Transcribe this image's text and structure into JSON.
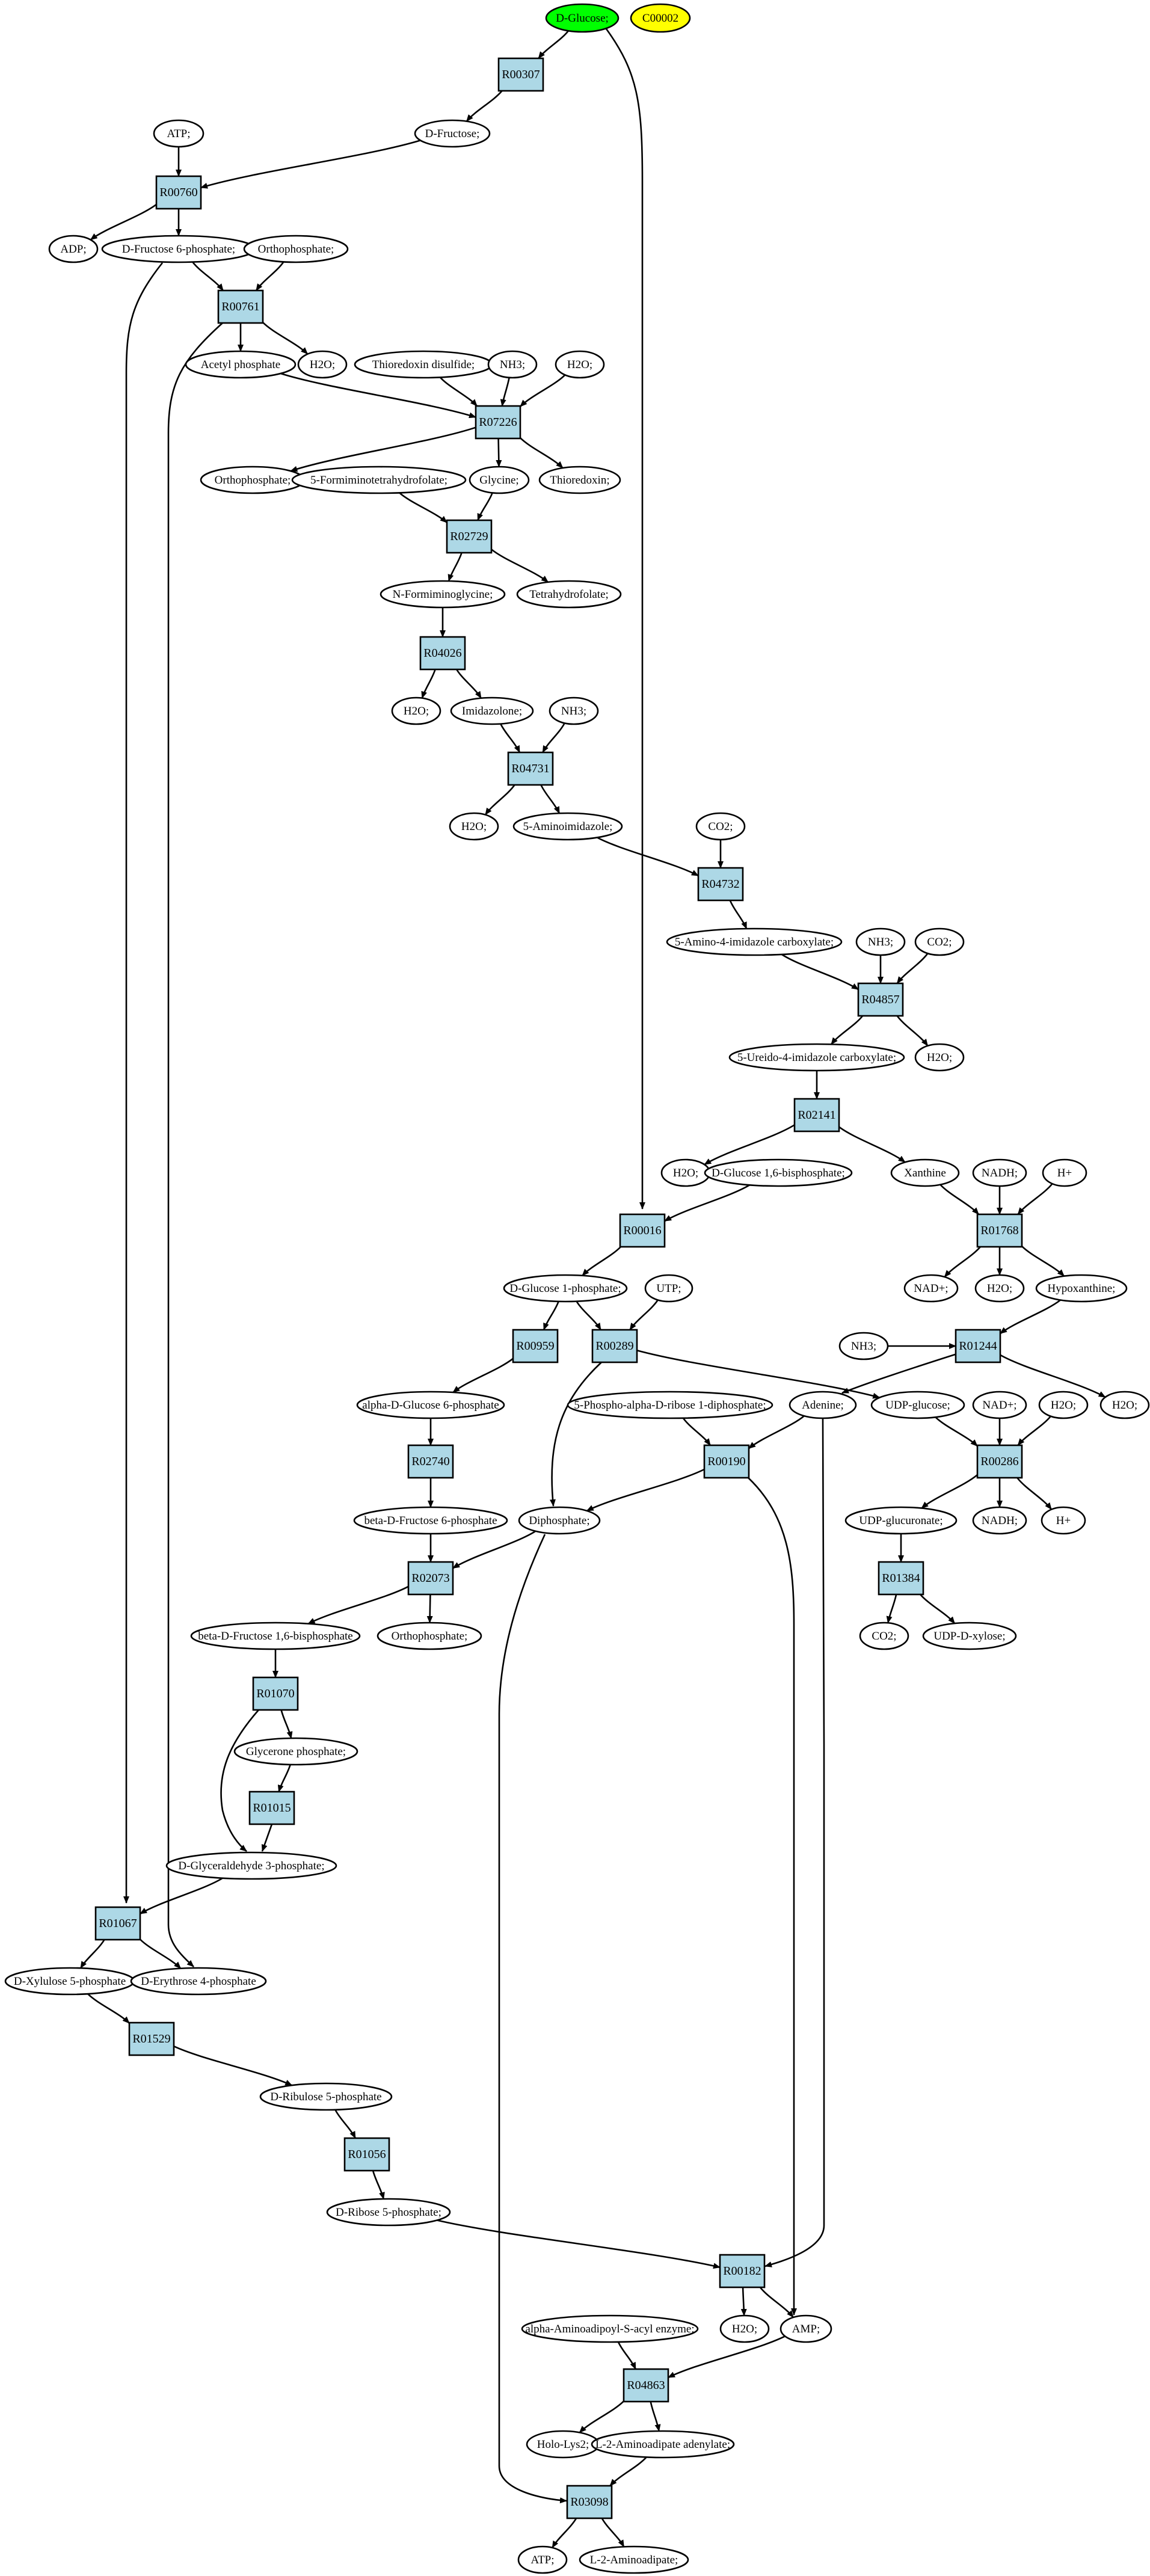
{
  "diagram": {
    "nodes": [
      {
        "id": "glucose",
        "label": "D-Glucose;",
        "shape": "ellipse",
        "fill": "#00ff00",
        "interactive": true
      },
      {
        "id": "c00002",
        "label": "C00002",
        "shape": "ellipse",
        "fill": "#ffff00",
        "interactive": true
      },
      {
        "id": "r00307",
        "label": "R00307",
        "shape": "box",
        "fill": "#add8e6",
        "interactive": true
      },
      {
        "id": "atp1",
        "label": "ATP;",
        "shape": "ellipse",
        "fill": "#ffffff"
      },
      {
        "id": "fructose",
        "label": "D-Fructose;",
        "shape": "ellipse",
        "fill": "#ffffff"
      },
      {
        "id": "r00760",
        "label": "R00760",
        "shape": "box",
        "fill": "#add8e6",
        "interactive": true
      },
      {
        "id": "adp",
        "label": "ADP;",
        "shape": "ellipse",
        "fill": "#ffffff"
      },
      {
        "id": "f6p",
        "label": "D-Fructose 6-phosphate;",
        "shape": "ellipse",
        "fill": "#ffffff"
      },
      {
        "id": "ortho1",
        "label": "Orthophosphate;",
        "shape": "ellipse",
        "fill": "#ffffff"
      },
      {
        "id": "r00761",
        "label": "R00761",
        "shape": "box",
        "fill": "#add8e6",
        "interactive": true
      },
      {
        "id": "acetylp",
        "label": "Acetyl phosphate",
        "shape": "ellipse",
        "fill": "#ffffff"
      },
      {
        "id": "h2o_761",
        "label": "H2O;",
        "shape": "ellipse",
        "fill": "#ffffff"
      },
      {
        "id": "thiodis",
        "label": "Thioredoxin disulfide;",
        "shape": "ellipse",
        "fill": "#ffffff"
      },
      {
        "id": "nh3_a",
        "label": "NH3;",
        "shape": "ellipse",
        "fill": "#ffffff"
      },
      {
        "id": "h2o_a",
        "label": "H2O;",
        "shape": "ellipse",
        "fill": "#ffffff"
      },
      {
        "id": "r07226",
        "label": "R07226",
        "shape": "box",
        "fill": "#add8e6",
        "interactive": true
      },
      {
        "id": "ortho2",
        "label": "Orthophosphate;",
        "shape": "ellipse",
        "fill": "#ffffff"
      },
      {
        "id": "fthf",
        "label": "5-Formiminotetrahydrofolate;",
        "shape": "ellipse",
        "fill": "#ffffff"
      },
      {
        "id": "glycine",
        "label": "Glycine;",
        "shape": "ellipse",
        "fill": "#ffffff"
      },
      {
        "id": "thioredoxin",
        "label": "Thioredoxin;",
        "shape": "ellipse",
        "fill": "#ffffff"
      },
      {
        "id": "r02729",
        "label": "R02729",
        "shape": "box",
        "fill": "#add8e6",
        "interactive": true
      },
      {
        "id": "nfg",
        "label": "N-Formiminoglycine;",
        "shape": "ellipse",
        "fill": "#ffffff"
      },
      {
        "id": "thf",
        "label": "Tetrahydrofolate;",
        "shape": "ellipse",
        "fill": "#ffffff"
      },
      {
        "id": "r04026",
        "label": "R04026",
        "shape": "box",
        "fill": "#add8e6",
        "interactive": true
      },
      {
        "id": "h2o_026",
        "label": "H2O;",
        "shape": "ellipse",
        "fill": "#ffffff"
      },
      {
        "id": "imidazolone",
        "label": "Imidazolone;",
        "shape": "ellipse",
        "fill": "#ffffff"
      },
      {
        "id": "nh3_b",
        "label": "NH3;",
        "shape": "ellipse",
        "fill": "#ffffff"
      },
      {
        "id": "r04731",
        "label": "R04731",
        "shape": "box",
        "fill": "#add8e6",
        "interactive": true
      },
      {
        "id": "h2o_731",
        "label": "H2O;",
        "shape": "ellipse",
        "fill": "#ffffff"
      },
      {
        "id": "aminoimid",
        "label": "5-Aminoimidazole;",
        "shape": "ellipse",
        "fill": "#ffffff"
      },
      {
        "id": "co2_a",
        "label": "CO2;",
        "shape": "ellipse",
        "fill": "#ffffff"
      },
      {
        "id": "r04732",
        "label": "R04732",
        "shape": "box",
        "fill": "#add8e6",
        "interactive": true
      },
      {
        "id": "aic",
        "label": "5-Amino-4-imidazole carboxylate;",
        "shape": "ellipse",
        "fill": "#ffffff"
      },
      {
        "id": "nh3_c",
        "label": "NH3;",
        "shape": "ellipse",
        "fill": "#ffffff"
      },
      {
        "id": "co2_b",
        "label": "CO2;",
        "shape": "ellipse",
        "fill": "#ffffff"
      },
      {
        "id": "r04857",
        "label": "R04857",
        "shape": "box",
        "fill": "#add8e6",
        "interactive": true
      },
      {
        "id": "uic",
        "label": "5-Ureido-4-imidazole carboxylate;",
        "shape": "ellipse",
        "fill": "#ffffff"
      },
      {
        "id": "h2o_857",
        "label": "H2O;",
        "shape": "ellipse",
        "fill": "#ffffff"
      },
      {
        "id": "r02141",
        "label": "R02141",
        "shape": "box",
        "fill": "#add8e6",
        "interactive": true
      },
      {
        "id": "h2o_141",
        "label": "H2O;",
        "shape": "ellipse",
        "fill": "#ffffff"
      },
      {
        "id": "g16bp",
        "label": "D-Glucose 1,6-bisphosphate;",
        "shape": "ellipse",
        "fill": "#ffffff"
      },
      {
        "id": "xanthine",
        "label": "Xanthine",
        "shape": "ellipse",
        "fill": "#ffffff"
      },
      {
        "id": "nadh_a",
        "label": "NADH;",
        "shape": "ellipse",
        "fill": "#ffffff"
      },
      {
        "id": "hplus_a",
        "label": "H+",
        "shape": "ellipse",
        "fill": "#ffffff"
      },
      {
        "id": "r00016",
        "label": "R00016",
        "shape": "box",
        "fill": "#add8e6",
        "interactive": true
      },
      {
        "id": "r01768",
        "label": "R01768",
        "shape": "box",
        "fill": "#add8e6",
        "interactive": true
      },
      {
        "id": "g1p",
        "label": "D-Glucose 1-phosphate;",
        "shape": "ellipse",
        "fill": "#ffffff"
      },
      {
        "id": "utp",
        "label": "UTP;",
        "shape": "ellipse",
        "fill": "#ffffff"
      },
      {
        "id": "nadp_a",
        "label": "NAD+;",
        "shape": "ellipse",
        "fill": "#ffffff"
      },
      {
        "id": "h2o_768",
        "label": "H2O;",
        "shape": "ellipse",
        "fill": "#ffffff"
      },
      {
        "id": "hypoxanthine",
        "label": "Hypoxanthine;",
        "shape": "ellipse",
        "fill": "#ffffff"
      },
      {
        "id": "nh3_d",
        "label": "NH3;",
        "shape": "ellipse",
        "fill": "#ffffff"
      },
      {
        "id": "r00959",
        "label": "R00959",
        "shape": "box",
        "fill": "#add8e6",
        "interactive": true
      },
      {
        "id": "r00289",
        "label": "R00289",
        "shape": "box",
        "fill": "#add8e6",
        "interactive": true
      },
      {
        "id": "r01244",
        "label": "R01244",
        "shape": "box",
        "fill": "#add8e6",
        "interactive": true
      },
      {
        "id": "ag6p",
        "label": "alpha-D-Glucose 6-phosphate",
        "shape": "ellipse",
        "fill": "#ffffff"
      },
      {
        "id": "prpp",
        "label": "5-Phospho-alpha-D-ribose 1-diphosphate;",
        "shape": "ellipse",
        "fill": "#ffffff"
      },
      {
        "id": "adenine",
        "label": "Adenine;",
        "shape": "ellipse",
        "fill": "#ffffff"
      },
      {
        "id": "udpglc",
        "label": "UDP-glucose;",
        "shape": "ellipse",
        "fill": "#ffffff"
      },
      {
        "id": "nadp_b",
        "label": "NAD+;",
        "shape": "ellipse",
        "fill": "#ffffff"
      },
      {
        "id": "h2o_b",
        "label": "H2O;",
        "shape": "ellipse",
        "fill": "#ffffff"
      },
      {
        "id": "h2o_244",
        "label": "H2O;",
        "shape": "ellipse",
        "fill": "#ffffff"
      },
      {
        "id": "r02740",
        "label": "R02740",
        "shape": "box",
        "fill": "#add8e6",
        "interactive": true
      },
      {
        "id": "r00190",
        "label": "R00190",
        "shape": "box",
        "fill": "#add8e6",
        "interactive": true
      },
      {
        "id": "r00286",
        "label": "R00286",
        "shape": "box",
        "fill": "#add8e6",
        "interactive": true
      },
      {
        "id": "bf6p",
        "label": "beta-D-Fructose 6-phosphate",
        "shape": "ellipse",
        "fill": "#ffffff"
      },
      {
        "id": "diphosphate",
        "label": "Diphosphate;",
        "shape": "ellipse",
        "fill": "#ffffff"
      },
      {
        "id": "udpglcu",
        "label": "UDP-glucuronate;",
        "shape": "ellipse",
        "fill": "#ffffff"
      },
      {
        "id": "nadh_b",
        "label": "NADH;",
        "shape": "ellipse",
        "fill": "#ffffff"
      },
      {
        "id": "hplus_b",
        "label": "H+",
        "shape": "ellipse",
        "fill": "#ffffff"
      },
      {
        "id": "r02073",
        "label": "R02073",
        "shape": "box",
        "fill": "#add8e6",
        "interactive": true
      },
      {
        "id": "r01384",
        "label": "R01384",
        "shape": "box",
        "fill": "#add8e6",
        "interactive": true
      },
      {
        "id": "bf16bp",
        "label": "beta-D-Fructose 1,6-bisphosphate",
        "shape": "ellipse",
        "fill": "#ffffff"
      },
      {
        "id": "ortho3",
        "label": "Orthophosphate;",
        "shape": "ellipse",
        "fill": "#ffffff"
      },
      {
        "id": "co2_c",
        "label": "CO2;",
        "shape": "ellipse",
        "fill": "#ffffff"
      },
      {
        "id": "udpxyl",
        "label": "UDP-D-xylose;",
        "shape": "ellipse",
        "fill": "#ffffff"
      },
      {
        "id": "r01070",
        "label": "R01070",
        "shape": "box",
        "fill": "#add8e6",
        "interactive": true
      },
      {
        "id": "gp",
        "label": "Glycerone phosphate;",
        "shape": "ellipse",
        "fill": "#ffffff"
      },
      {
        "id": "r01015",
        "label": "R01015",
        "shape": "box",
        "fill": "#add8e6",
        "interactive": true
      },
      {
        "id": "g3p",
        "label": "D-Glyceraldehyde 3-phosphate;",
        "shape": "ellipse",
        "fill": "#ffffff"
      },
      {
        "id": "r01067",
        "label": "R01067",
        "shape": "box",
        "fill": "#add8e6",
        "interactive": true
      },
      {
        "id": "xu5p",
        "label": "D-Xylulose 5-phosphate",
        "shape": "ellipse",
        "fill": "#ffffff"
      },
      {
        "id": "e4p",
        "label": "D-Erythrose 4-phosphate",
        "shape": "ellipse",
        "fill": "#ffffff"
      },
      {
        "id": "r01529",
        "label": "R01529",
        "shape": "box",
        "fill": "#add8e6",
        "interactive": true
      },
      {
        "id": "ru5p",
        "label": "D-Ribulose 5-phosphate",
        "shape": "ellipse",
        "fill": "#ffffff"
      },
      {
        "id": "r01056",
        "label": "R01056",
        "shape": "box",
        "fill": "#add8e6",
        "interactive": true
      },
      {
        "id": "r5p",
        "label": "D-Ribose 5-phosphate;",
        "shape": "ellipse",
        "fill": "#ffffff"
      },
      {
        "id": "r00182",
        "label": "R00182",
        "shape": "box",
        "fill": "#add8e6",
        "interactive": true
      },
      {
        "id": "aaa_enz",
        "label": "alpha-Aminoadipoyl-S-acyl enzyme;",
        "shape": "ellipse",
        "fill": "#ffffff"
      },
      {
        "id": "h2o_182",
        "label": "H2O;",
        "shape": "ellipse",
        "fill": "#ffffff"
      },
      {
        "id": "amp",
        "label": "AMP;",
        "shape": "ellipse",
        "fill": "#ffffff"
      },
      {
        "id": "r04863",
        "label": "R04863",
        "shape": "box",
        "fill": "#add8e6",
        "interactive": true
      },
      {
        "id": "holo",
        "label": "Holo-Lys2;",
        "shape": "ellipse",
        "fill": "#ffffff"
      },
      {
        "id": "l2aa_aden",
        "label": "L-2-Aminoadipate adenylate;",
        "shape": "ellipse",
        "fill": "#ffffff"
      },
      {
        "id": "r03098",
        "label": "R03098",
        "shape": "box",
        "fill": "#add8e6",
        "interactive": true
      },
      {
        "id": "atp2",
        "label": "ATP;",
        "shape": "ellipse",
        "fill": "#ffffff"
      },
      {
        "id": "l2aa",
        "label": "L-2-Aminoadipate;",
        "shape": "ellipse",
        "fill": "#ffffff"
      }
    ],
    "edges": [
      [
        "glucose",
        "r00307"
      ],
      [
        "glucose",
        "r00016"
      ],
      [
        "r00307",
        "fructose"
      ],
      [
        "atp1",
        "r00760"
      ],
      [
        "fructose",
        "r00760"
      ],
      [
        "r00760",
        "adp"
      ],
      [
        "r00760",
        "f6p"
      ],
      [
        "f6p",
        "r00761"
      ],
      [
        "ortho1",
        "r00761"
      ],
      [
        "f6p",
        "r01067"
      ],
      [
        "r00761",
        "acetylp"
      ],
      [
        "r00761",
        "h2o_761"
      ],
      [
        "r00761",
        "e4p"
      ],
      [
        "acetylp",
        "r07226"
      ],
      [
        "thiodis",
        "r07226"
      ],
      [
        "nh3_a",
        "r07226"
      ],
      [
        "h2o_a",
        "r07226"
      ],
      [
        "r07226",
        "ortho2"
      ],
      [
        "r07226",
        "glycine"
      ],
      [
        "r07226",
        "thioredoxin"
      ],
      [
        "fthf",
        "r02729"
      ],
      [
        "glycine",
        "r02729"
      ],
      [
        "r02729",
        "nfg"
      ],
      [
        "r02729",
        "thf"
      ],
      [
        "nfg",
        "r04026"
      ],
      [
        "r04026",
        "h2o_026"
      ],
      [
        "r04026",
        "imidazolone"
      ],
      [
        "imidazolone",
        "r04731"
      ],
      [
        "nh3_b",
        "r04731"
      ],
      [
        "r04731",
        "h2o_731"
      ],
      [
        "r04731",
        "aminoimid"
      ],
      [
        "aminoimid",
        "r04732"
      ],
      [
        "co2_a",
        "r04732"
      ],
      [
        "r04732",
        "aic"
      ],
      [
        "aic",
        "r04857"
      ],
      [
        "nh3_c",
        "r04857"
      ],
      [
        "co2_b",
        "r04857"
      ],
      [
        "r04857",
        "uic"
      ],
      [
        "r04857",
        "h2o_857"
      ],
      [
        "uic",
        "r02141"
      ],
      [
        "r02141",
        "h2o_141"
      ],
      [
        "r02141",
        "xanthine"
      ],
      [
        "g16bp",
        "r00016"
      ],
      [
        "xanthine",
        "r01768"
      ],
      [
        "nadh_a",
        "r01768"
      ],
      [
        "hplus_a",
        "r01768"
      ],
      [
        "r00016",
        "g1p"
      ],
      [
        "r01768",
        "nadp_a"
      ],
      [
        "r01768",
        "h2o_768"
      ],
      [
        "r01768",
        "hypoxanthine"
      ],
      [
        "g1p",
        "r00959"
      ],
      [
        "g1p",
        "r00289"
      ],
      [
        "utp",
        "r00289"
      ],
      [
        "hypoxanthine",
        "r01244"
      ],
      [
        "nh3_d",
        "r01244"
      ],
      [
        "r00959",
        "ag6p"
      ],
      [
        "r00289",
        "udpglc"
      ],
      [
        "r00289",
        "diphosphate"
      ],
      [
        "r01244",
        "adenine"
      ],
      [
        "r01244",
        "h2o_244"
      ],
      [
        "ag6p",
        "r02740"
      ],
      [
        "prpp",
        "r00190"
      ],
      [
        "adenine",
        "r00190"
      ],
      [
        "adenine",
        "r00182"
      ],
      [
        "udpglc",
        "r00286"
      ],
      [
        "nadp_b",
        "r00286"
      ],
      [
        "h2o_b",
        "r00286"
      ],
      [
        "r02740",
        "bf6p"
      ],
      [
        "r00190",
        "diphosphate"
      ],
      [
        "r00190",
        "amp"
      ],
      [
        "r00286",
        "udpglcu"
      ],
      [
        "r00286",
        "nadh_b"
      ],
      [
        "r00286",
        "hplus_b"
      ],
      [
        "bf6p",
        "r02073"
      ],
      [
        "diphosphate",
        "r02073"
      ],
      [
        "diphosphate",
        "r03098"
      ],
      [
        "udpglcu",
        "r01384"
      ],
      [
        "r02073",
        "bf16bp"
      ],
      [
        "r02073",
        "ortho3"
      ],
      [
        "r01384",
        "co2_c"
      ],
      [
        "r01384",
        "udpxyl"
      ],
      [
        "bf16bp",
        "r01070"
      ],
      [
        "r01070",
        "gp"
      ],
      [
        "r01070",
        "g3p"
      ],
      [
        "gp",
        "r01015"
      ],
      [
        "r01015",
        "g3p"
      ],
      [
        "g3p",
        "r01067"
      ],
      [
        "r01067",
        "xu5p"
      ],
      [
        "r01067",
        "e4p"
      ],
      [
        "xu5p",
        "r01529"
      ],
      [
        "r01529",
        "ru5p"
      ],
      [
        "ru5p",
        "r01056"
      ],
      [
        "r01056",
        "r5p"
      ],
      [
        "r5p",
        "r00182"
      ],
      [
        "r00182",
        "h2o_182"
      ],
      [
        "r00182",
        "amp"
      ],
      [
        "aaa_enz",
        "r04863"
      ],
      [
        "amp",
        "r04863"
      ],
      [
        "r04863",
        "holo"
      ],
      [
        "r04863",
        "l2aa_aden"
      ],
      [
        "l2aa_aden",
        "r03098"
      ],
      [
        "r03098",
        "atp2"
      ],
      [
        "r03098",
        "l2aa"
      ]
    ]
  }
}
